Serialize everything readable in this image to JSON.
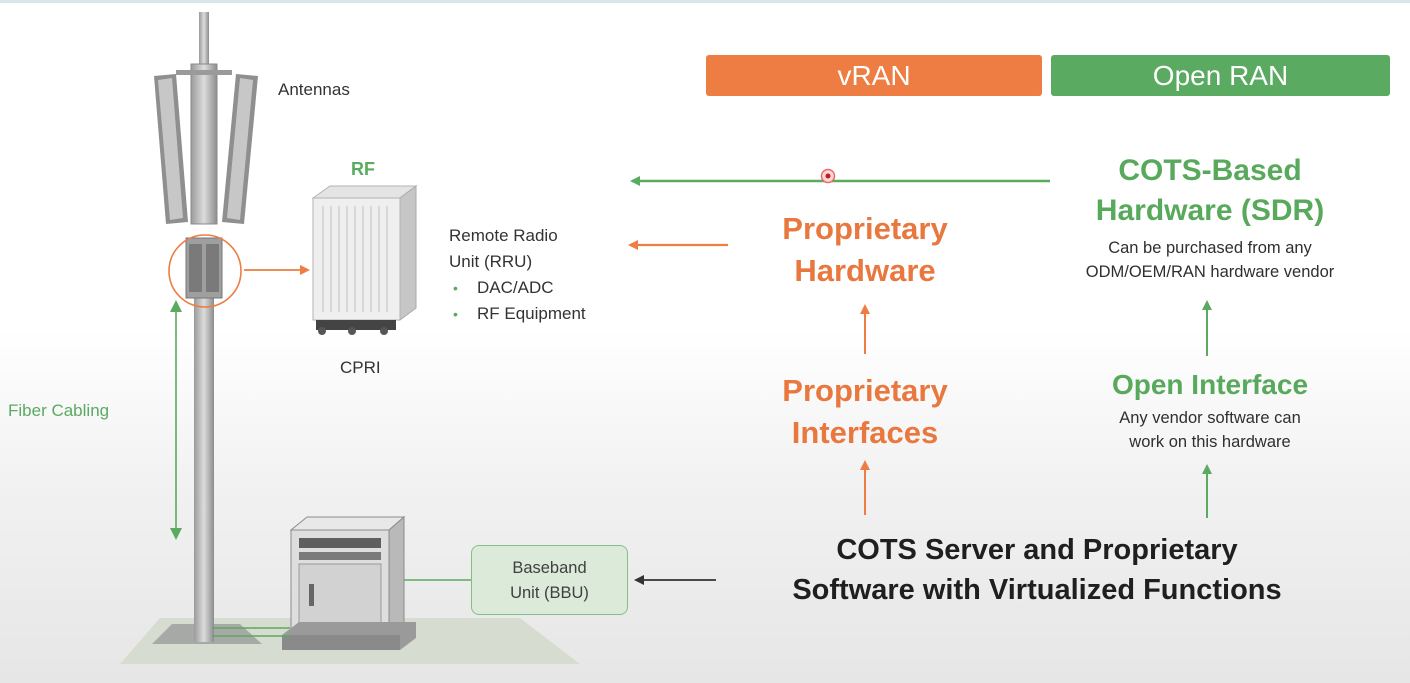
{
  "badges": {
    "vran": "vRAN",
    "open_ran": "Open RAN"
  },
  "tower": {
    "antennas_label": "Antennas",
    "rf_label": "RF",
    "rru_title_line1": "Remote Radio",
    "rru_title_line2": "Unit (RRU)",
    "rru_items": [
      "DAC/ADC",
      "RF Equipment"
    ],
    "cpri_label": "CPRI",
    "fiber_label": "Fiber Cabling",
    "bbu_line1": "Baseband",
    "bbu_line2": "Unit (BBU)"
  },
  "vran_column": {
    "hardware_line1": "Proprietary",
    "hardware_line2": "Hardware",
    "interfaces_line1": "Proprietary",
    "interfaces_line2": "Interfaces"
  },
  "open_ran_column": {
    "hardware_line1": "COTS-Based",
    "hardware_line2": "Hardware (SDR)",
    "hardware_desc_line1": "Can be purchased from any",
    "hardware_desc_line2": "ODM/OEM/RAN hardware vendor",
    "interface_title": "Open Interface",
    "interface_desc_line1": "Any vendor software can",
    "interface_desc_line2": "work on this hardware"
  },
  "bottom": {
    "cots_line1": "COTS Server and Proprietary",
    "cots_line2": "Software with Virtualized Functions"
  },
  "colors": {
    "orange": "#ed7d43",
    "green": "#5aaa61",
    "dark_text": "#1f1f1f"
  }
}
